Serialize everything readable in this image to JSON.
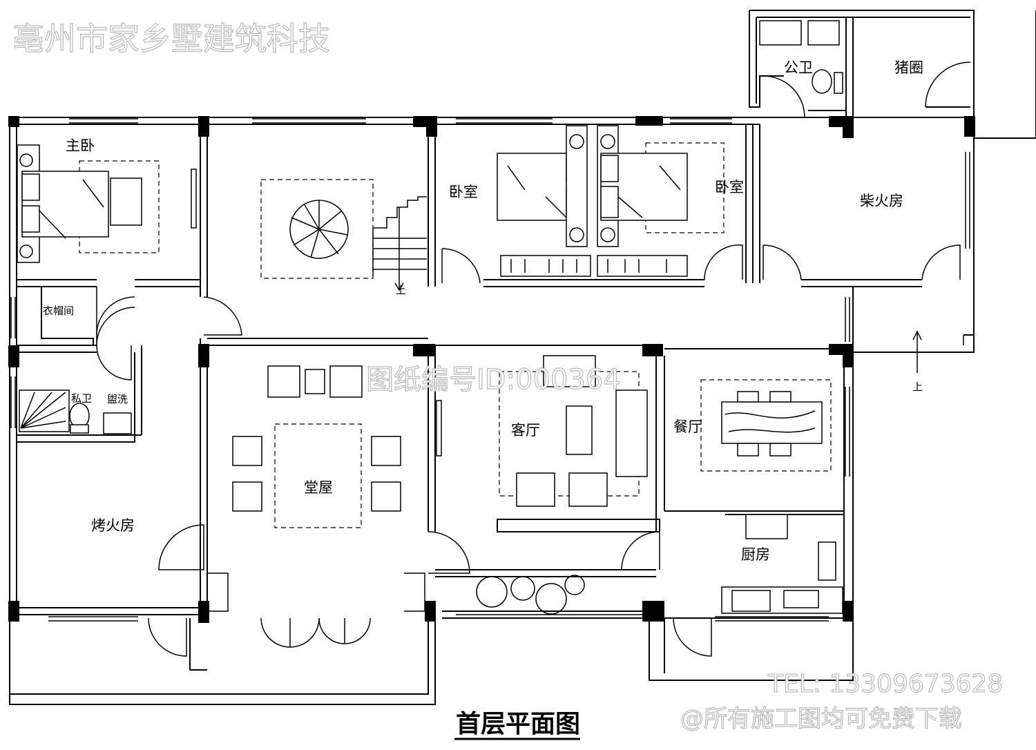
{
  "watermarks": {
    "company": "亳州市家乡墅建筑科技",
    "drawing_id": "图纸编号ID:000364",
    "tel": "TEL: 13309673628",
    "free": "@所有施工图均可免费下载"
  },
  "title": "首层平面图",
  "rooms": {
    "master_bedroom": "主卧",
    "bedroom_left": "卧室",
    "bedroom_right": "卧室",
    "public_toilet": "公卫",
    "pigpen": "猪圈",
    "firewood_room": "柴火房",
    "cloakroom": "衣帽间",
    "private_toilet": "私卫",
    "washroom": "盥洗",
    "fire_room": "烤火房",
    "main_hall": "堂屋",
    "living_room": "客厅",
    "dining_room": "餐厅",
    "kitchen": "厨房"
  },
  "stair_marks": {
    "stair_up": "上",
    "ramp_up": "上"
  }
}
